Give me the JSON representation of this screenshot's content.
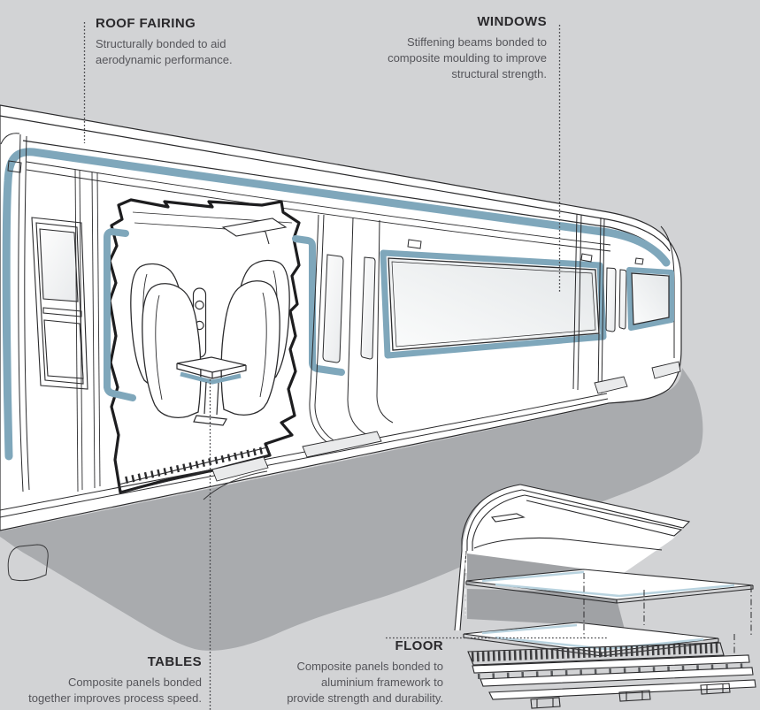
{
  "palette": {
    "background_gray": "#d2d3d5",
    "shadow_gray": "#a9abae",
    "inset_wall_gray": "#a0a2a5",
    "accent_teal": "#7fa7bb",
    "panel_pale_blue": "#b9d3df",
    "line_ink": "#2b2b2d",
    "heading_text": "#2a292c",
    "body_text": "#55555a"
  },
  "callouts": {
    "roof_fairing": {
      "title": "ROOF FAIRING",
      "lines": [
        "Structurally bonded to aid",
        "aerodynamic performance."
      ]
    },
    "windows": {
      "title": "WINDOWS",
      "lines": [
        "Stiffening beams bonded to",
        "composite moulding to improve",
        "structural strength."
      ]
    },
    "tables": {
      "title": "TABLES",
      "lines": [
        "Composite panels bonded",
        "together improves process speed."
      ]
    },
    "floor": {
      "title": "FLOOR",
      "lines": [
        "Composite panels bonded to",
        "aluminium framework to",
        "provide strength and durability."
      ]
    }
  }
}
